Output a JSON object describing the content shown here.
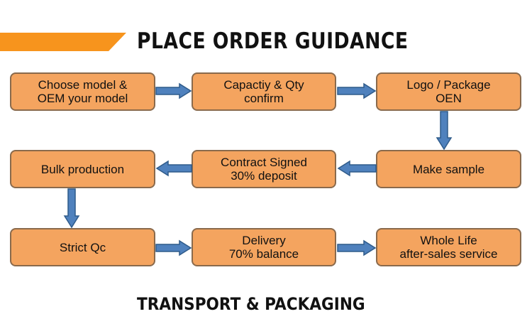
{
  "header": {
    "title": "PLACE ORDER GUIDANCE"
  },
  "steps": [
    {
      "id": "choose-model",
      "lines": [
        "Choose model &",
        "OEM your model"
      ]
    },
    {
      "id": "capacity-qty",
      "lines": [
        "Capactiy & Qty",
        "confirm"
      ]
    },
    {
      "id": "logo-package",
      "lines": [
        "Logo / Package",
        "OEN"
      ]
    },
    {
      "id": "make-sample",
      "lines": [
        "Make sample"
      ]
    },
    {
      "id": "contract-signed",
      "lines": [
        "Contract Signed",
        "30% deposit"
      ]
    },
    {
      "id": "bulk-production",
      "lines": [
        "Bulk production"
      ]
    },
    {
      "id": "strict-qc",
      "lines": [
        "Strict Qc"
      ]
    },
    {
      "id": "delivery",
      "lines": [
        "Delivery",
        "70% balance"
      ]
    },
    {
      "id": "after-sales",
      "lines": [
        "Whole Life",
        "after-sales service"
      ]
    }
  ],
  "footer": {
    "title": "TRANSPORT & PACKAGING"
  },
  "colors": {
    "banner": "#f7941d",
    "box_fill": "#f4a45f",
    "box_border": "#8a6a4c",
    "arrow_fill": "#4f81bd",
    "arrow_stroke": "#2f5b8a"
  }
}
